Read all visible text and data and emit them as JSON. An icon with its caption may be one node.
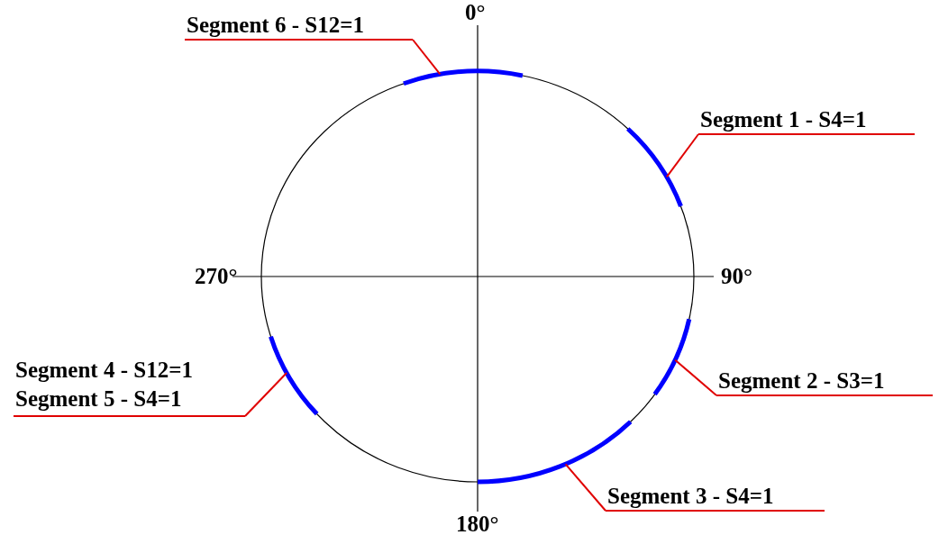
{
  "diagram": {
    "nodes": [
      {
        "text": [
          "Segment 6 - S12=1"
        ]
      },
      {
        "text": [],
        "shape": "arc"
      },
      {
        "text": [
          "Segment 1 - S4=1"
        ]
      },
      {
        "text": [],
        "shape": "arc"
      },
      {
        "text": [
          "Segment 4 - S12=1",
          "Segment 5 - S4=1"
        ]
      },
      {
        "text": [],
        "shape": "arc"
      },
      {
        "text": [
          "Segment 2 - S3=1"
        ]
      },
      {
        "text": [],
        "shape": "arc"
      },
      {
        "text": [
          "Segment 3 - S4=1"
        ]
      },
      {
        "text": [],
        "shape": "arc"
      }
    ],
    "edges": [
      {
        "from": 0,
        "to": 1,
        "arrow": "none"
      },
      {
        "from": 2,
        "to": 3,
        "arrow": "none"
      },
      {
        "from": 4,
        "to": 5,
        "arrow": "none"
      },
      {
        "from": 6,
        "to": 7,
        "arrow": "none"
      },
      {
        "from": 8,
        "to": 9,
        "arrow": "none"
      }
    ],
    "labels": [
      "0°",
      "270°",
      "90°",
      "180°"
    ]
  }
}
